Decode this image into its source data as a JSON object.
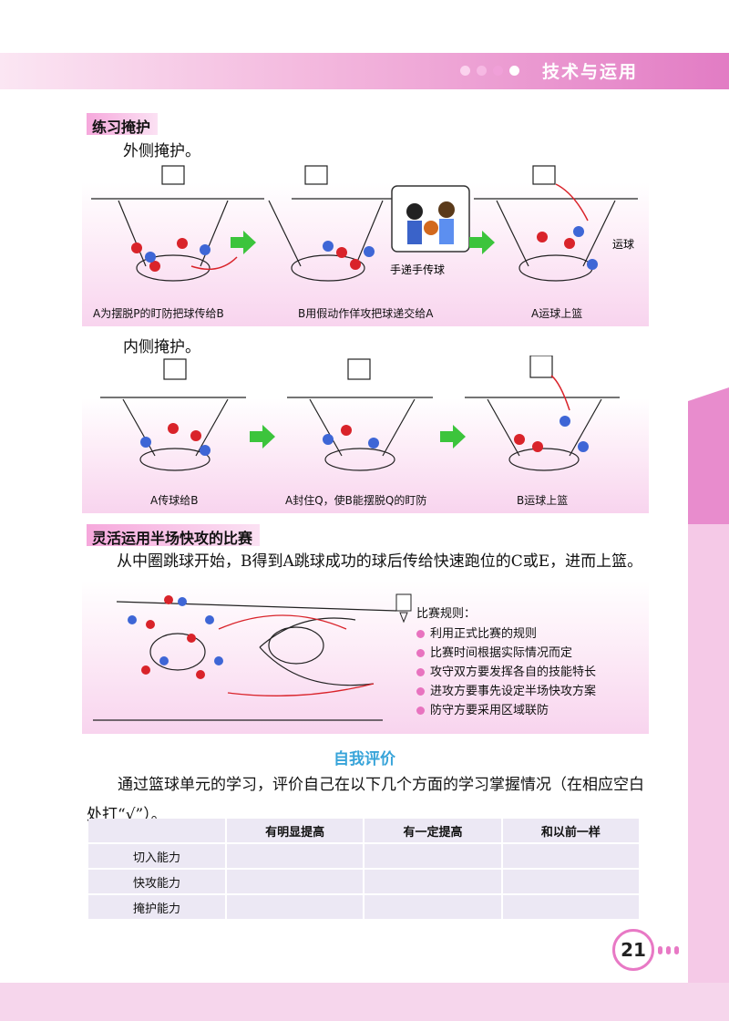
{
  "header": {
    "title": "技术与运用",
    "dot_colors": [
      "#f9c4e6",
      "#f3a7da",
      "#ea88cd",
      "#ffffff"
    ]
  },
  "sections": {
    "screen_title": "练习掩护",
    "outside_title": "外侧掩护。",
    "outside_captions": [
      "A为摆脱P的盯防把球传给B",
      "B用假动作佯攻把球递交给A",
      "A运球上篮"
    ],
    "outside_labels": {
      "handoff": "手递手传球",
      "dribble": "运球"
    },
    "inside_title": "内侧掩护。",
    "inside_captions": [
      "A传球给B",
      "A封住Q，使B能摆脱Q的盯防",
      "B运球上篮"
    ],
    "fastbreak_title": "灵活运用半场快攻的比赛",
    "fastbreak_text": "从中圈跳球开始，B得到A跳球成功的球后传给快速跑位的C或E，进而上篮。"
  },
  "rules": {
    "title": "比赛规则：",
    "items": [
      "利用正式比赛的规则",
      "比赛时间根据实际情况而定",
      "攻守双方要发挥各自的技能特长",
      "进攻方要事先设定半场快攻方案",
      "防守方要采用区域联防"
    ]
  },
  "evaluation": {
    "title": "自我评价",
    "text": "通过篮球单元的学习，评价自己在以下几个方面的学习掌握情况（在相应空白处打“√”）。",
    "columns": [
      "",
      "有明显提高",
      "有一定提高",
      "和以前一样"
    ],
    "rows": [
      "切入能力",
      "快攻能力",
      "掩护能力"
    ]
  },
  "page_number": "21",
  "colors": {
    "accent": "#e879c5",
    "blue_title": "#38a4d9",
    "arrow_green": "#3cc43c"
  }
}
